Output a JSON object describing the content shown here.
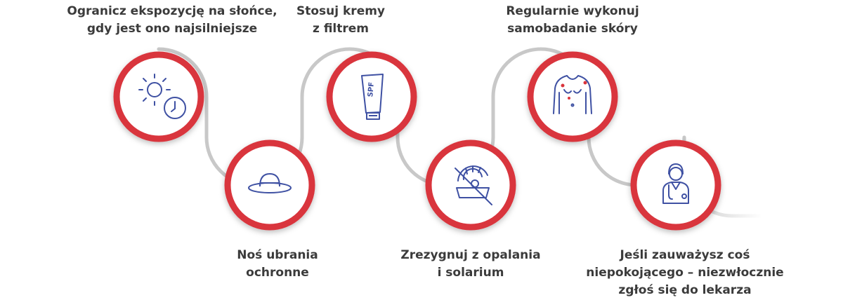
{
  "steps": [
    {
      "id": "limit-sun-exposure",
      "icon": "sun-clock-icon",
      "lines": [
        "Ogranicz ekspozycję na słońce,",
        "gdy jest ono najsilniejsze"
      ]
    },
    {
      "id": "protective-clothing",
      "icon": "hat-icon",
      "lines": [
        "Noś ubrania",
        "ochronne"
      ]
    },
    {
      "id": "sunscreen",
      "icon": "spf-cream-icon",
      "icon_text": "SPF",
      "lines": [
        "Stosuj kremy",
        "z filtrem"
      ]
    },
    {
      "id": "avoid-tanning",
      "icon": "no-solarium-icon",
      "lines": [
        "Zrezygnuj z opalania",
        "i solarium"
      ]
    },
    {
      "id": "self-examination",
      "icon": "body-check-icon",
      "lines": [
        "Regularnie wykonuj",
        "samobadanie skóry"
      ]
    },
    {
      "id": "see-doctor",
      "icon": "doctor-icon",
      "lines": [
        "Jeśli zauważysz coś",
        "niepokojącego – niezwłocznie",
        "zgłoś się do lekarza"
      ]
    }
  ],
  "colors": {
    "ring": "#d9343c",
    "path": "#c8c8c8",
    "icon": "#3f51a3",
    "accent": "#d9343c",
    "text": "#3b3b3b"
  }
}
